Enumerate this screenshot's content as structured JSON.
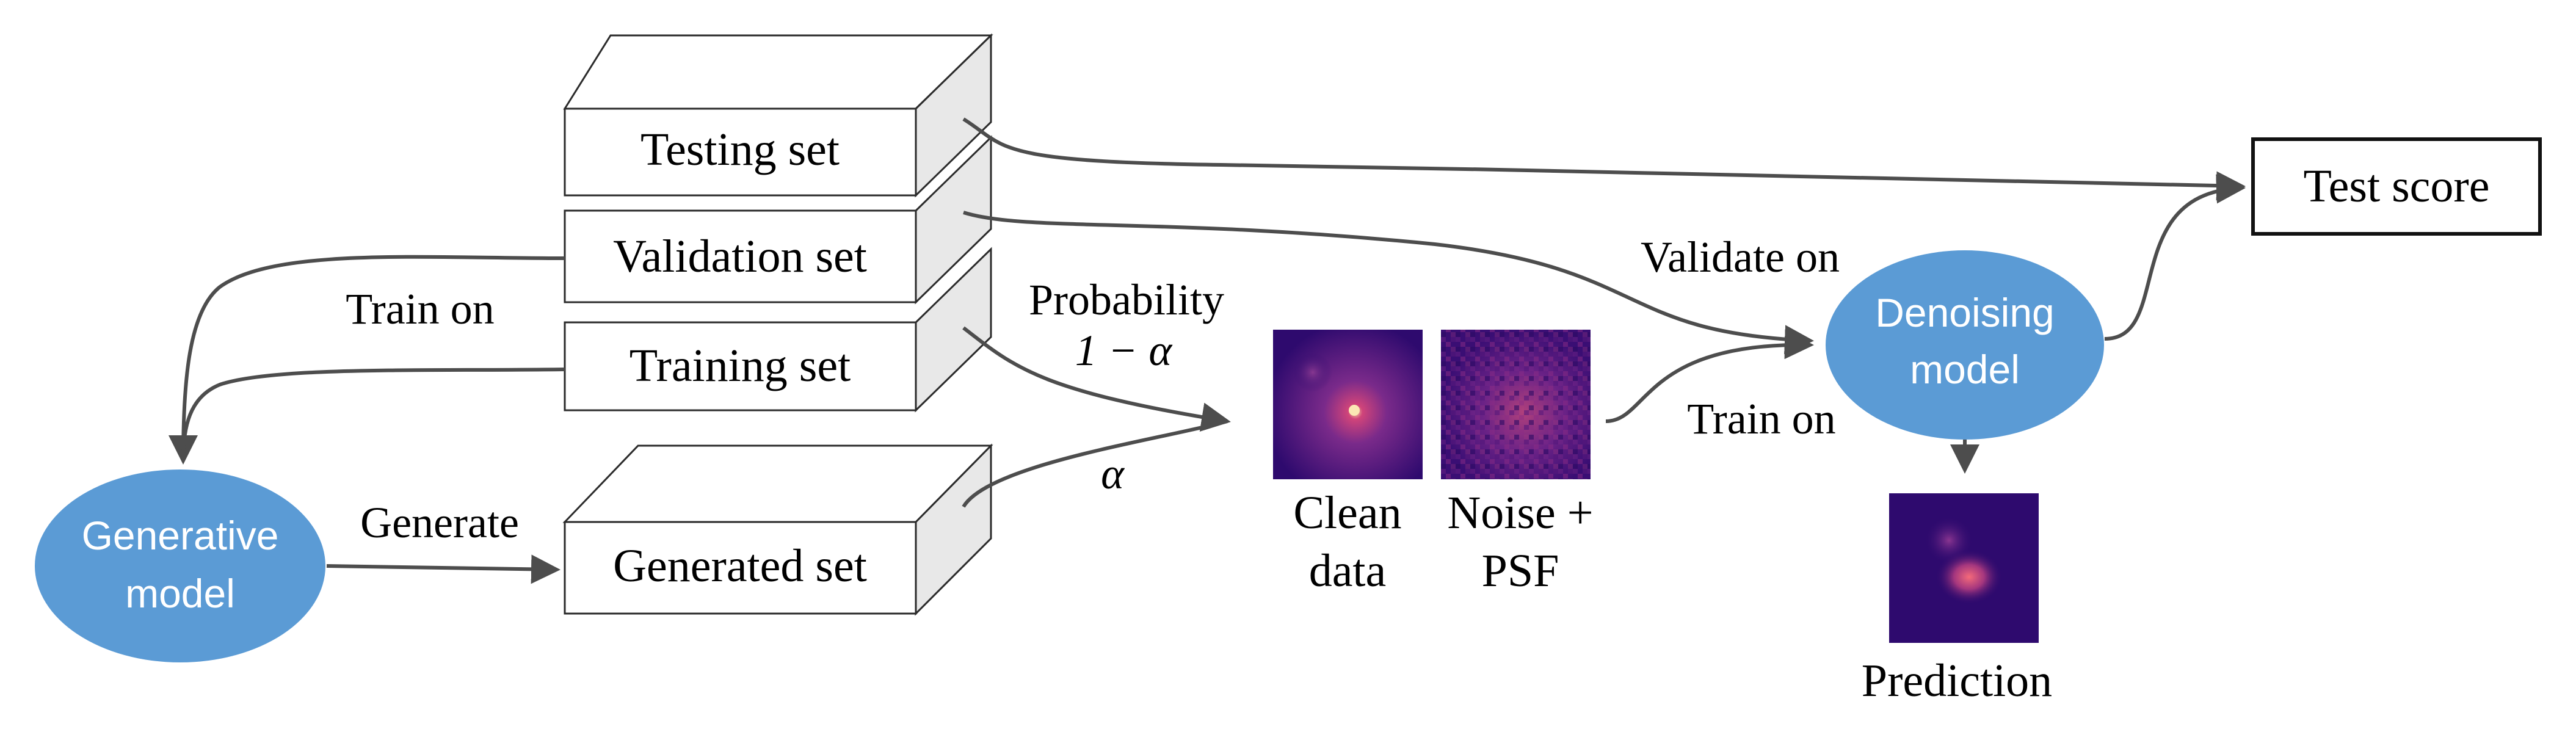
{
  "sets": {
    "testing": "Testing set",
    "validation": "Validation set",
    "training": "Training set",
    "generated": "Generated set"
  },
  "nodes": {
    "generative_model": [
      "Generative",
      "model"
    ],
    "denoising_model": [
      "Denoising",
      "model"
    ],
    "test_score": "Test score"
  },
  "edge_labels": {
    "train_on_left": "Train on",
    "generate": "Generate",
    "probability": [
      "Probability",
      "1 − α"
    ],
    "alpha": "α",
    "validate_on": "Validate on",
    "train_on_right": "Train on"
  },
  "images": {
    "clean": [
      "Clean",
      "data"
    ],
    "noise": [
      "Noise +",
      "PSF"
    ],
    "prediction": "Prediction"
  },
  "colors": {
    "ellipse_fill": "#5b9bd5",
    "edge": "#4d4d4d",
    "box_side": "#e8e8e8",
    "image_bg": "#2e0a6e",
    "image_glow": "#f06070"
  }
}
